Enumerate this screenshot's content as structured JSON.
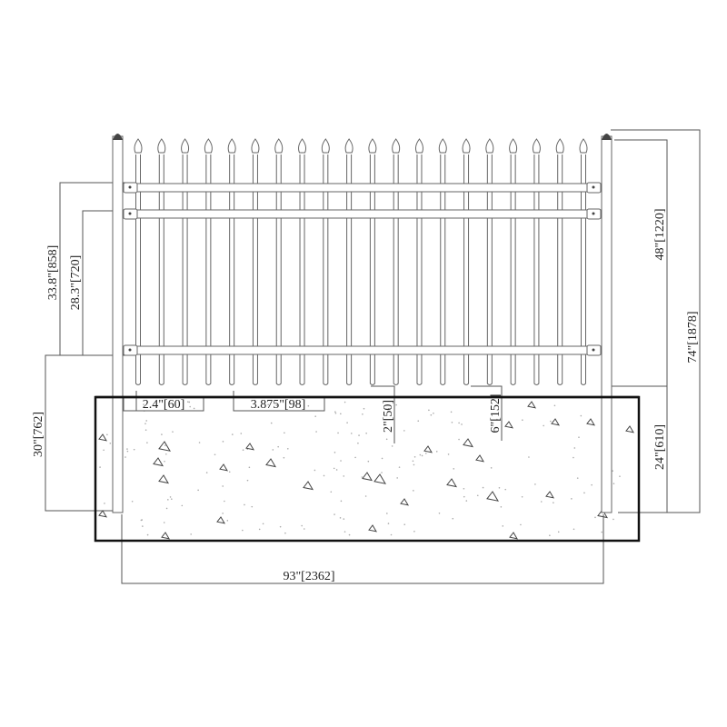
{
  "title": "Spear-top picket fence panel elevation with concrete footing",
  "colors": {
    "line": "#666666",
    "dimension_line": "#555555",
    "footing_outline": "#111111",
    "text": "#222222",
    "background": "#ffffff"
  },
  "fence": {
    "picket_count": 20,
    "rail_count": 3,
    "post_count": 2,
    "picket_top": "spear",
    "post_cap": "rounded"
  },
  "dimensions": {
    "rail_span_upper": {
      "label": "33.8\"[858]",
      "orientation": "vertical",
      "side": "left"
    },
    "rail_span_lower": {
      "label": "28.3\"[720]",
      "orientation": "vertical",
      "side": "left"
    },
    "footing_depth_left": {
      "label": "30\"[762]",
      "orientation": "vertical",
      "side": "left"
    },
    "picket_above_rail": {
      "label": "48\"[1220]",
      "orientation": "vertical",
      "side": "right"
    },
    "overall_height": {
      "label": "74\"[1878]",
      "orientation": "vertical",
      "side": "right"
    },
    "post_embed": {
      "label": "24\"[610]",
      "orientation": "vertical",
      "side": "right"
    },
    "post_to_picket": {
      "label": "2.4\"[60]",
      "orientation": "horizontal"
    },
    "picket_spacing": {
      "label": "3.875\"[98]",
      "orientation": "horizontal"
    },
    "ground_clearance": {
      "label": "2\"[50]",
      "orientation": "vertical"
    },
    "rail_to_bottom": {
      "label": "6\"[152]",
      "orientation": "vertical"
    },
    "panel_width": {
      "label": "93\"[2362]",
      "orientation": "horizontal",
      "side": "bottom"
    }
  }
}
